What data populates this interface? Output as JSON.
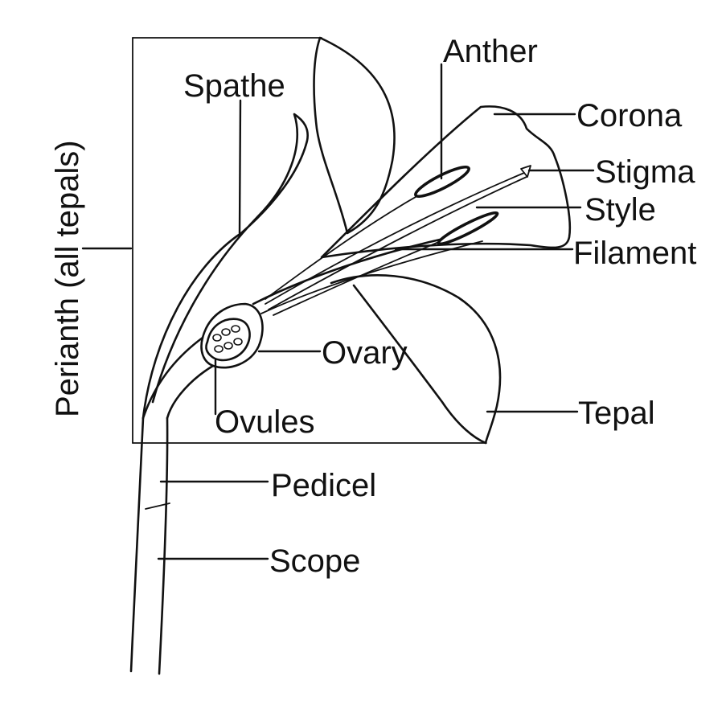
{
  "labels": {
    "anther": "Anther",
    "spathe": "Spathe",
    "corona": "Corona",
    "stigma": "Stigma",
    "style": "Style",
    "filament": "Filament",
    "perianth": "Perianth (all tepals)",
    "ovary": "Ovary",
    "ovules": "Ovules",
    "tepal": "Tepal",
    "pedicel": "Pedicel",
    "scope": "Scope"
  },
  "colors": {
    "ink": "#111111",
    "background": "#ffffff"
  }
}
